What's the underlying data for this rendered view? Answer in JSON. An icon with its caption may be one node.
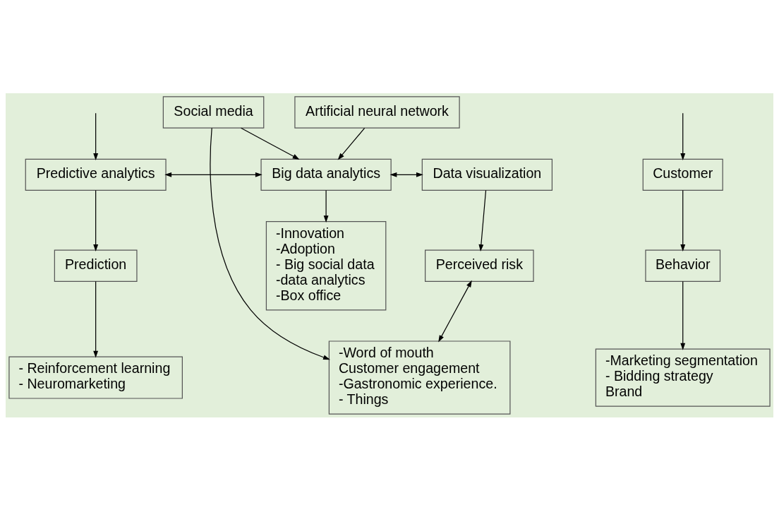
{
  "diagram": {
    "nodes": [
      {
        "text": [
          "Artificial neural network"
        ]
      },
      {
        "text": [
          "Social media"
        ]
      },
      {
        "text": [
          "Customer"
        ]
      },
      {
        "text": [
          "Predictive analytics"
        ]
      },
      {
        "text": [
          "Big data analytics"
        ]
      },
      {
        "text": [
          "Data visualization"
        ]
      },
      {
        "text": [
          "Behavior"
        ]
      },
      {
        "text": [
          "Prediction"
        ]
      },
      {
        "text": [
          "-Innovation",
          "-Adoption",
          "- Big social data",
          "-data analytics",
          "-Box office"
        ]
      },
      {
        "text": [
          "Perceived risk"
        ]
      },
      {
        "text": [
          "-Marketing segmentation",
          "- Bidding strategy",
          "Brand"
        ]
      },
      {
        "text": [
          "- Reinforcement learning",
          "- Neuromarketing"
        ]
      },
      {
        "text": [
          "-Word of mouth",
          "Customer engagement",
          "-Gastronomic experience.",
          "- Things"
        ]
      }
    ],
    "edges": [
      {
        "from": 0,
        "to": 4,
        "arrow": "to"
      },
      {
        "from": 1,
        "to": 4,
        "arrow": "to"
      },
      {
        "from": null,
        "to": 2,
        "arrow": "to"
      },
      {
        "from": null,
        "to": 3,
        "arrow": "to"
      },
      {
        "from": 3,
        "to": 4,
        "arrow": "both"
      },
      {
        "from": 4,
        "to": 5,
        "arrow": "both"
      },
      {
        "from": 1,
        "to": 12,
        "arrow": "to"
      },
      {
        "from": 2,
        "to": 6,
        "arrow": "to"
      },
      {
        "from": 3,
        "to": 7,
        "arrow": "to"
      },
      {
        "from": 4,
        "to": 8,
        "arrow": "to"
      },
      {
        "from": 5,
        "to": 9,
        "arrow": "to"
      },
      {
        "from": 6,
        "to": 10,
        "arrow": "to"
      },
      {
        "from": 7,
        "to": 11,
        "arrow": "to"
      },
      {
        "from": 9,
        "to": 12,
        "arrow": "both"
      }
    ]
  }
}
